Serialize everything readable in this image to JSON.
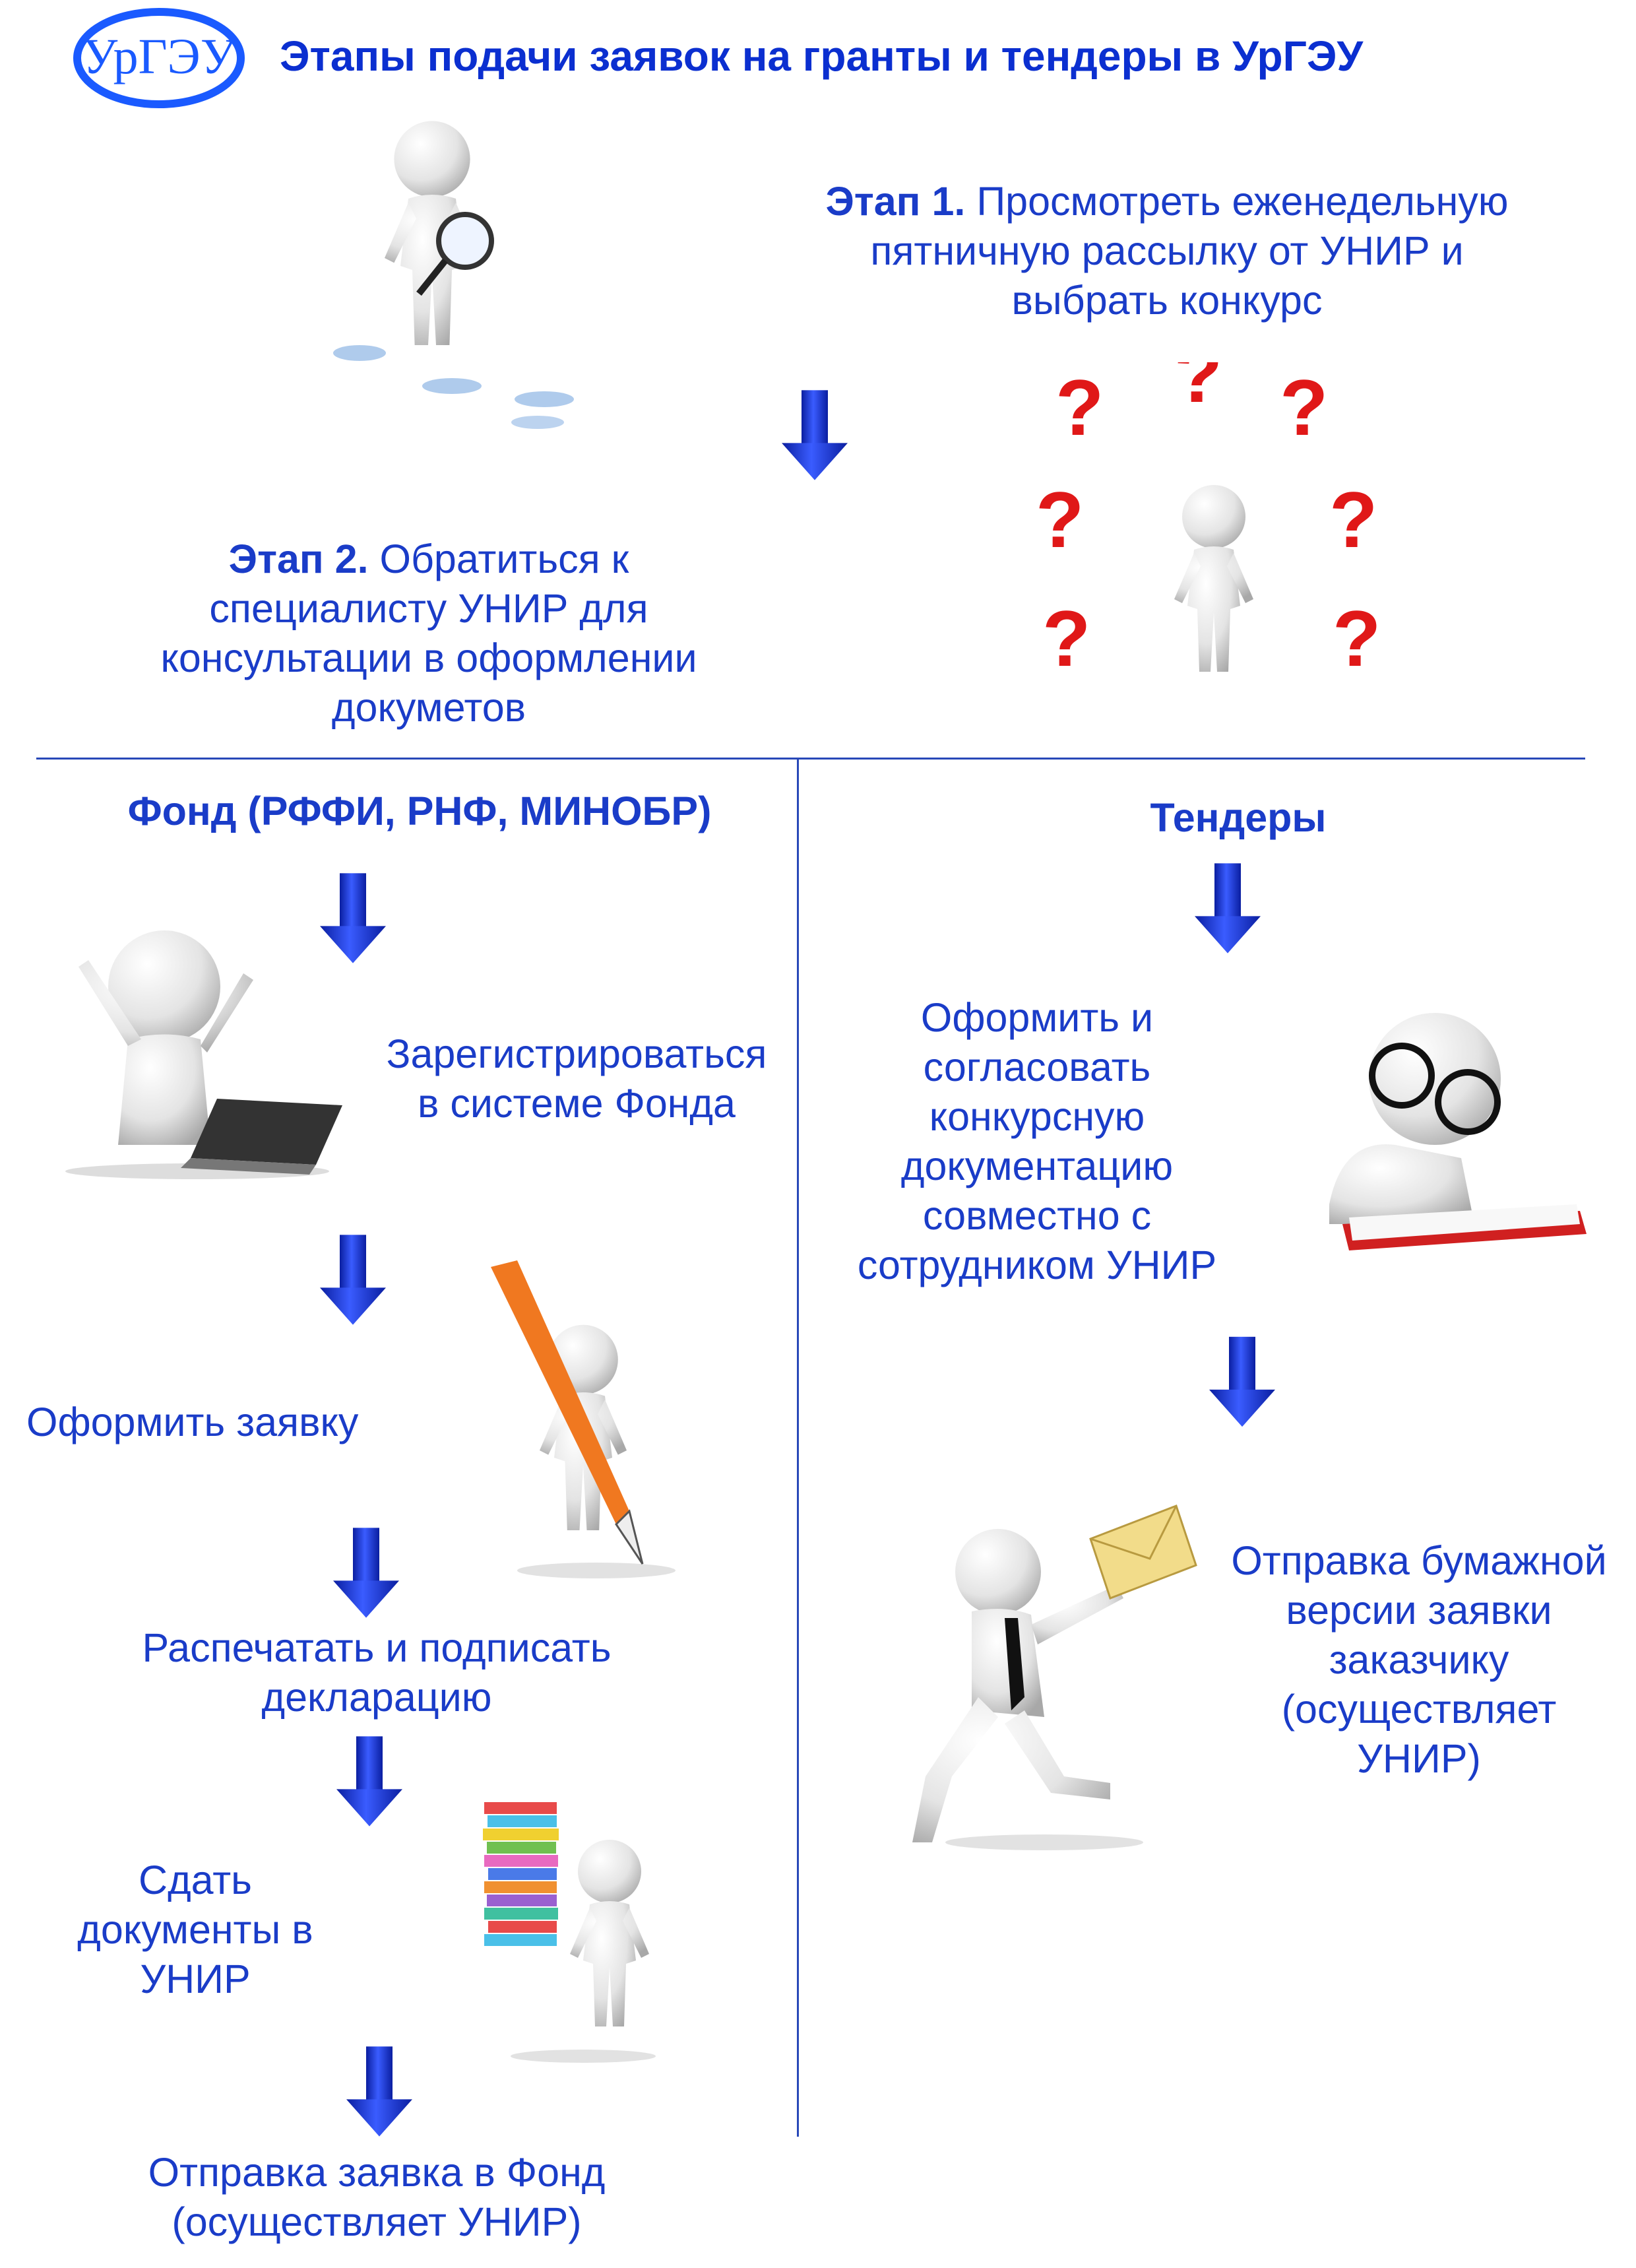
{
  "header": {
    "logo_text": "УрГЭУ",
    "title": "Этапы подачи заявок на гранты и тендеры в УрГЭУ"
  },
  "stage1": {
    "label": "Этап 1.",
    "lines": [
      "Просмотреть еженедельную",
      "пятничную рассылку от УНИР и",
      "выбрать конкурс"
    ]
  },
  "stage2": {
    "label": "Этап 2.",
    "lines": [
      "Обратиться к",
      "специалисту УНИР для",
      "консультации в оформлении",
      "докуметов"
    ]
  },
  "fund": {
    "heading": "Фонд (РФФИ, РНФ, МИНОБР)",
    "steps": [
      {
        "lines": [
          "Зарегистрироваться",
          "в системе Фонда"
        ]
      },
      {
        "lines": [
          "Оформить заявку"
        ]
      },
      {
        "lines": [
          "Распечатать и подписать",
          "декларацию"
        ]
      },
      {
        "lines": [
          "Сдать",
          "документы в",
          "УНИР"
        ]
      },
      {
        "lines": [
          "Отправка заявка в Фонд",
          "(осуществляет УНИР)"
        ]
      }
    ]
  },
  "tenders": {
    "heading": "Тендеры",
    "steps": [
      {
        "lines": [
          "Оформить и",
          "согласовать",
          "конкурсную",
          "документацию",
          "совместно с",
          "сотрудником УНИР"
        ]
      },
      {
        "lines": [
          "Отправка бумажной",
          "версии заявки",
          "заказчику",
          "(осуществляет",
          "УНИР)"
        ]
      }
    ]
  },
  "question_marks": [
    "?",
    "?",
    "?",
    "?",
    "?",
    "?",
    "?"
  ],
  "colors": {
    "text": "#1a3cc8",
    "title": "#0b2fd0",
    "arrow": "#1030e0",
    "question": "#e01818"
  }
}
